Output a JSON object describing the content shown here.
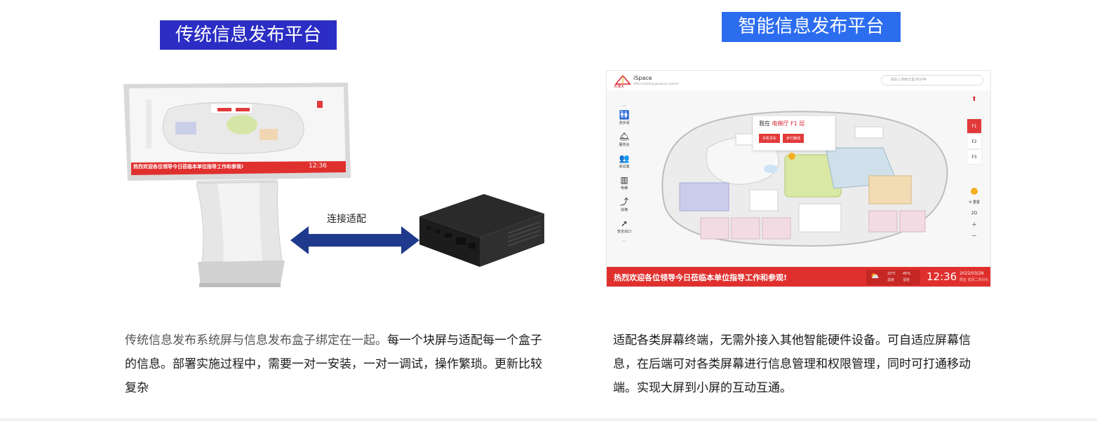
{
  "left_panel": {
    "title": "传统信息发布平台",
    "arrow_label": "连接适配",
    "kiosk_ticker": "热烈欢迎各位领导今日莅临本单位指导工作和参观!",
    "kiosk_time": "12:36",
    "description_lead": "传统信息发布系统屏与信息发布盒子绑定在一起。",
    "description_rest": "每一个块屏与适配每一个盒子的信息。部署实施过程中，需要一对一安装，一对一调试，操作繁琐。更新比较复杂"
  },
  "right_panel": {
    "title": "智能信息发布平台",
    "description": "适配各类屏幕终端，无需外接入其他智能硬件设备。可自适应屏幕信息，在后端可对各类屏幕进行信息管理和权限管理，同时可打通移动端。实现大屏到小屏的互动互通。",
    "screen": {
      "brand": "iSpace",
      "logo_text": "天津大",
      "subtitle": "Office building guidance system",
      "search_placeholder": "请输入搜索位置/地点等",
      "sidebar": [
        {
          "icon": "restroom-icon",
          "glyph": "🚻",
          "label": "洗手间"
        },
        {
          "icon": "reception-icon",
          "glyph": "🛎",
          "label": "服务台"
        },
        {
          "icon": "meeting-icon",
          "glyph": "👥",
          "label": "会议室"
        },
        {
          "icon": "elevator-icon",
          "glyph": "▥",
          "label": "电梯"
        },
        {
          "icon": "stairs-icon",
          "glyph": "⤴",
          "label": "扶梯"
        },
        {
          "icon": "exit-icon",
          "glyph": "➚",
          "label": "安全出口"
        }
      ],
      "popup": {
        "prefix": "我在",
        "location": "电梯厅 F1 层",
        "btn_phone": "手机寻车",
        "btn_route": "步行路线"
      },
      "floors": [
        "F1",
        "F2",
        "F3"
      ],
      "controls": [
        "重置",
        "2D"
      ],
      "ticker": "热烈欢迎各位领导今日莅临本单位指导工作和参观!",
      "weather": {
        "temp": "22℃",
        "humidity": "45%",
        "temp_label": "温度",
        "humidity_label": "湿度"
      },
      "time": "12:36",
      "date": "2022/03/28",
      "day": "周五 农历二月廿七"
    }
  },
  "colors": {
    "left_title_bg": "#2b2dc4",
    "right_title_bg": "#2c6df0",
    "ticker_red": "#e0302e",
    "arrow_navy": "#1f3a8c"
  }
}
